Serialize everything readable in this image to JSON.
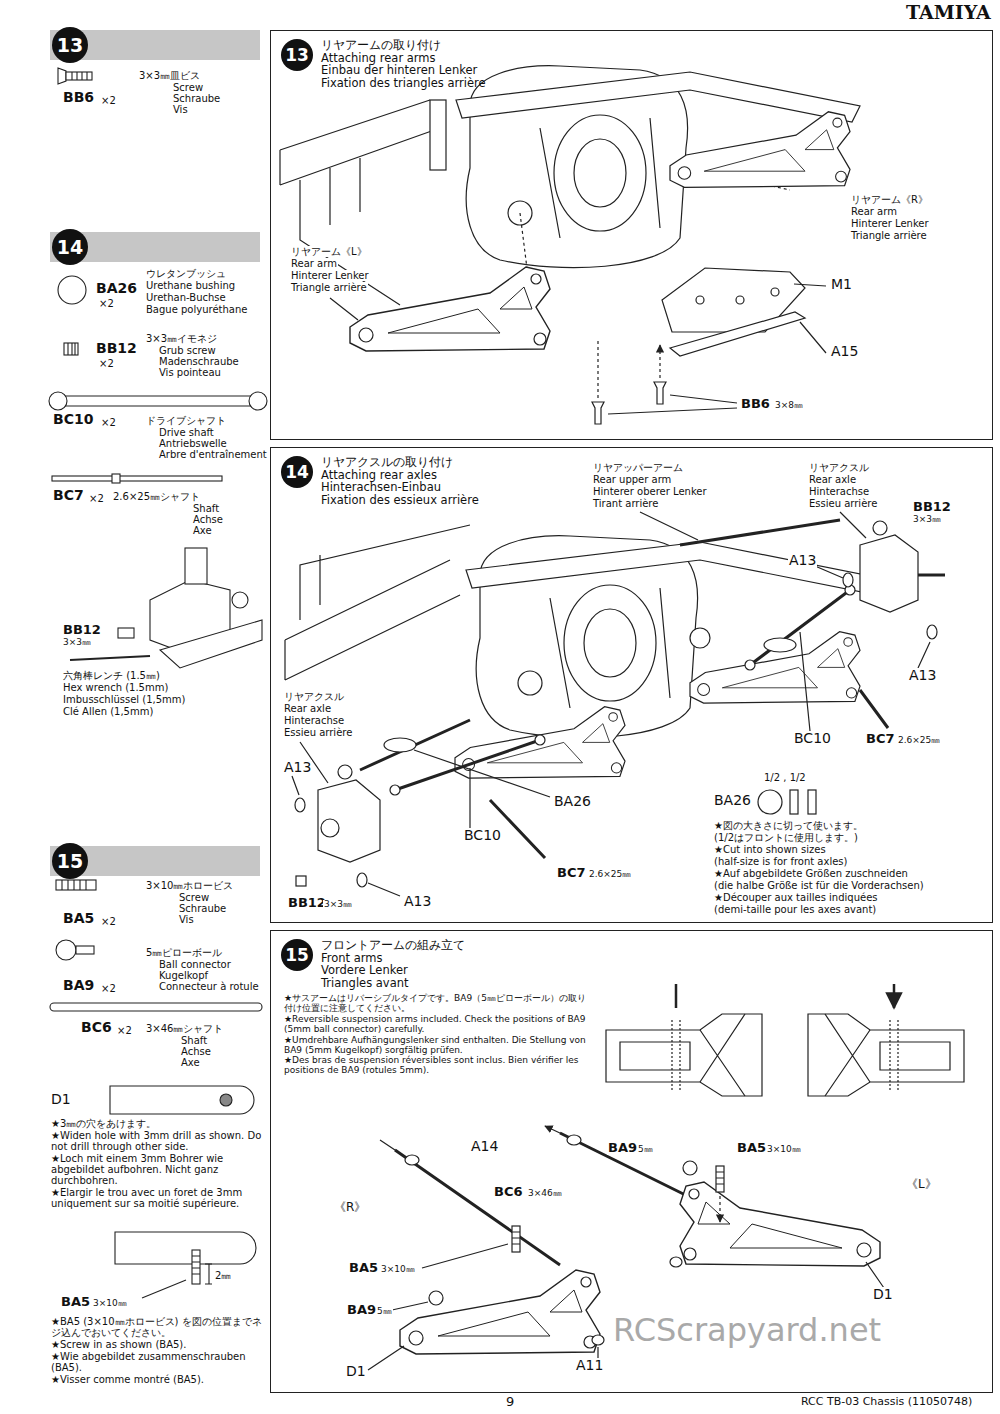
{
  "diagram": {
    "nodes": [
      {
        "text": [
          "13"
        ]
      },
      {
        "text": [
          "13",
          "リヤアームの取り付け",
          "Attaching rear arms",
          "Einbau der hinteren Lenker",
          "Fixation des triangles arrière"
        ]
      },
      {
        "text": [
          "14"
        ]
      },
      {
        "text": [
          "14",
          "リヤアクスルの取り付け",
          "Attaching rear axles",
          "Hinterachsen-Einbau",
          "Fixation des essieux arrière"
        ]
      },
      {
        "text": [
          "15"
        ]
      },
      {
        "text": [
          "15",
          "フロントアームの組み立て",
          "Front arms",
          "Vordere Lenker",
          "Triangles avant"
        ]
      }
    ],
    "labels": [
      "TAMIYA",
      "3×3㎜皿ビス",
      "Screw",
      "Schraube",
      "Vis",
      "BB6",
      "×2",
      "ウレタンブッシュ",
      "Urethane bushing",
      "Urethan-Buchse",
      "Bague polyuréthane",
      "BA26",
      "×2",
      "3×3㎜イモネジ",
      "Grub screw",
      "Madenschraube",
      "Vis pointeau",
      "BB12",
      "×2",
      "BC10",
      "×2",
      "ドライブシャフト",
      "Drive shaft",
      "Antriebswelle",
      "Arbre d'entraînement",
      "BC7",
      "×2",
      "2.6×25㎜シャフト",
      "Shaft",
      "Achse",
      "Axe",
      "BB12",
      "3×3㎜",
      "六角棒レンチ (1.5㎜)",
      "Hex wrench (1.5mm)",
      "Imbusschlüssel (1,5mm)",
      "Clé Allen (1,5mm)",
      "3×10㎜ホロービス",
      "Screw",
      "Schraube",
      "Vis",
      "BA5",
      "×2",
      "5㎜ピローボール",
      "Ball connector",
      "Kugelkopf",
      "Connecteur à rotule",
      "BA9",
      "×2",
      "BC6",
      "×2",
      "3×46㎜シャフト",
      "Shaft",
      "Achse",
      "Axe",
      "D1",
      "★3㎜の穴をあけます。",
      "★Widen hole with 3mm drill as shown. Do not drill through other side.",
      "★Loch mit einem 3mm Bohrer wie abgebildet aufbohren. Nicht ganz durchbohren.",
      "★Elargir le trou avec un foret de 3mm uniquement sur sa moitié supérieure.",
      "BA5",
      "3×10㎜",
      "2㎜",
      "★BA5 (3×10㎜ホロービス) を図の位置までネジ込んでおいてください。",
      "★Screw in as shown (BA5).",
      "★Wie abgebildet zusammenschrauben (BA5).",
      "★Visser comme montré (BA5).",
      "リヤアーム《R》",
      "Rear arm",
      "Hinterer Lenker",
      "Triangle arrière",
      "リヤアーム《L》",
      "Rear arm",
      "Hinterer Lenker",
      "Triangle arrière",
      "M1",
      "A15",
      "BB6",
      "3×8㎜",
      "リヤアッパーアーム",
      "Rear upper arm",
      "Hinterer oberer Lenker",
      "Tirant arrière",
      "リヤアクスル",
      "Rear axle",
      "Hinterachse",
      "Essieu arrière",
      "BB12",
      "3×3㎜",
      "A13",
      "A13",
      "BC10",
      "BC7",
      "2.6×25㎜",
      "1/2 , 1/2",
      "BA26",
      "★図の大きさに切って使います。",
      "(1/2はフロントに使用します。)",
      "★Cut into shown sizes",
      "(half-size is for front axles)",
      "★Auf abgebildete Größen zuschneiden",
      "(die halbe Größe ist für die Vorderachsen)",
      "★Découper aux tailles indiquées",
      "(demi-taille pour les axes avant)",
      "リヤアクスル",
      "Rear axle",
      "Hinterachse",
      "Essieu arrière",
      "A13",
      "BA26",
      "BC10",
      "BC7",
      "2.6×25㎜",
      "BB12",
      "3×3㎜",
      "A13",
      "★サスアームはリバーシブルタイプです。BA9（5㎜ピローボール）の取り付け位置に注意してください。",
      "★Reversible suspension arms included. Check the positions of BA9 (5mm ball connector) carefully.",
      "★Umdrehbare Aufhängungslenker sind enthalten. Die Stellung von BA9 (5mm Kugelkopf) sorgfältig prüfen.",
      "★Des bras de suspension réversibles sont inclus. Bien vérifier les positions de BA9 (rotules 5mm).",
      "A14",
      "BC6",
      "3×46㎜",
      "《R》",
      "BA5",
      "3×10㎜",
      "BA9",
      "5㎜",
      "D1",
      "BA9",
      "5㎜",
      "BA5",
      "3×10㎜",
      "《L》",
      "D1",
      "A11",
      "RCScrapyard.net",
      "9",
      "RCC TB-03 Chassis (11050748)"
    ]
  }
}
